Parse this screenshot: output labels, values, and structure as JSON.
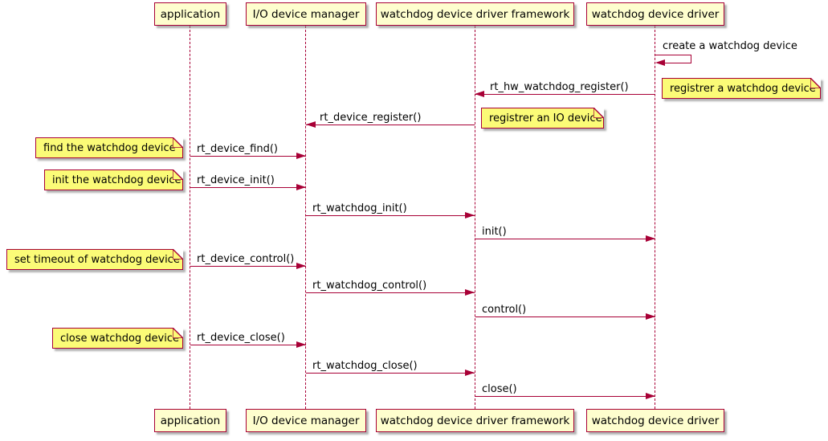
{
  "diagram_type": "sequence-diagram",
  "participants": [
    {
      "id": "application",
      "label": "application"
    },
    {
      "id": "io-device-manager",
      "label": "I/O device manager"
    },
    {
      "id": "watchdog-framework",
      "label": "watchdog device driver framework"
    },
    {
      "id": "watchdog-driver",
      "label": "watchdog device driver"
    }
  ],
  "messages": [
    {
      "label": "create a watchdog device",
      "from": "watchdog device driver",
      "to": "watchdog device driver",
      "kind": "self"
    },
    {
      "label": "rt_hw_watchdog_register()",
      "from": "watchdog device driver",
      "to": "watchdog device driver framework",
      "kind": "left"
    },
    {
      "label": "rt_device_register()",
      "from": "watchdog device driver framework",
      "to": "I/O device manager",
      "kind": "left"
    },
    {
      "label": "rt_device_find()",
      "from": "application",
      "to": "I/O device manager",
      "kind": "right"
    },
    {
      "label": "rt_device_init()",
      "from": "application",
      "to": "I/O device manager",
      "kind": "right"
    },
    {
      "label": "rt_watchdog_init()",
      "from": "I/O device manager",
      "to": "watchdog device driver framework",
      "kind": "right"
    },
    {
      "label": "init()",
      "from": "watchdog device driver framework",
      "to": "watchdog device driver",
      "kind": "right"
    },
    {
      "label": "rt_device_control()",
      "from": "application",
      "to": "I/O device manager",
      "kind": "right"
    },
    {
      "label": "rt_watchdog_control()",
      "from": "I/O device manager",
      "to": "watchdog device driver framework",
      "kind": "right"
    },
    {
      "label": "control()",
      "from": "watchdog device driver framework",
      "to": "watchdog device driver",
      "kind": "right"
    },
    {
      "label": "rt_device_close()",
      "from": "application",
      "to": "I/O device manager",
      "kind": "right"
    },
    {
      "label": "rt_watchdog_close()",
      "from": "I/O device manager",
      "to": "watchdog device driver framework",
      "kind": "right"
    },
    {
      "label": "close()",
      "from": "watchdog device driver framework",
      "to": "watchdog device driver",
      "kind": "right"
    }
  ],
  "notes": [
    {
      "text": "registrer a watchdog device",
      "position": "right of watchdog device driver"
    },
    {
      "text": "registrer an IO device",
      "position": "right of watchdog device driver framework"
    },
    {
      "text": "find the watchdog device",
      "position": "left of application"
    },
    {
      "text": "init the watchdog device",
      "position": "left of application"
    },
    {
      "text": "set timeout of watchdog device",
      "position": "left of application"
    },
    {
      "text": "close watchdog device",
      "position": "left of application"
    }
  ],
  "colors": {
    "accent": "#A80036",
    "participant_fill": "#FEFECE",
    "note_fill": "#FBFB77",
    "text": "#000000",
    "background": "#FFFFFF"
  }
}
